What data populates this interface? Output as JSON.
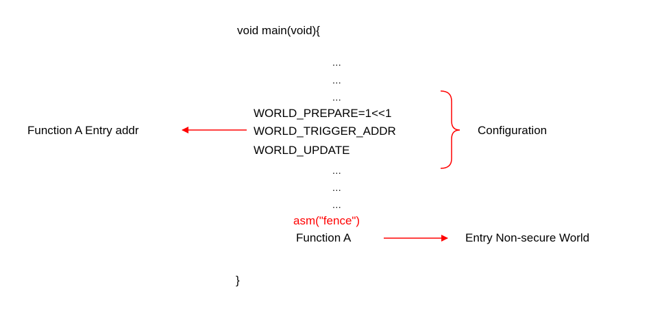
{
  "code": {
    "header": "void main(void){",
    "ellipsis_top": [
      "...",
      "...",
      "..."
    ],
    "world_prepare": "WORLD_PREPARE=1<<1",
    "world_trigger_addr": "WORLD_TRIGGER_ADDR",
    "world_update": "WORLD_UPDATE",
    "ellipsis_bottom": [
      "...",
      "...",
      "..."
    ],
    "fence": "asm(\"fence\")",
    "function_a": "Function A",
    "closing_brace": "}"
  },
  "annotations": {
    "entry_addr": "Function A Entry addr",
    "configuration": "Configuration",
    "non_secure_entry": "Entry Non-secure World"
  },
  "colors": {
    "text": "#000000",
    "accent": "#ff0000"
  }
}
